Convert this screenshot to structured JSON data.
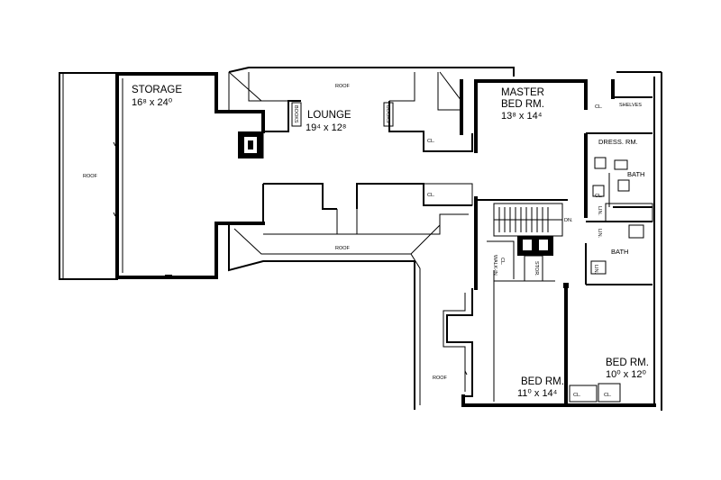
{
  "rooms": {
    "storage": {
      "name": "STORAGE",
      "dim": "16⁸ x 24⁰"
    },
    "lounge": {
      "name": "LOUNGE",
      "dim": "19⁴ x 12⁸"
    },
    "master": {
      "name1": "MASTER",
      "name2": "BED RM.",
      "dim": "13⁸ x 14⁴"
    },
    "bed2": {
      "name": "BED RM.",
      "dim": "11⁰ x 14⁴"
    },
    "bed3": {
      "name": "BED RM.",
      "dim": "10⁰ x 12⁰"
    }
  },
  "labels": {
    "roof_left": "ROOF",
    "roof_top": "ROOF",
    "roof_mid": "ROOF",
    "roof_bottom": "ROOF",
    "dress": "DRESS. RM.",
    "bath1": "BATH",
    "bath2": "BATH",
    "shelves": "SHELVES",
    "cl_lounge": "CL.",
    "cl_hall": "CL.",
    "cl_master": "CL.",
    "cl_dress": "CL.",
    "cl_bed2": "CL.",
    "cl_bed3": "CL.",
    "dn": "DN.",
    "walk_in": "WALK-IN",
    "walk_in_cl": "CL.",
    "stor": "STOR.",
    "lin1": "LIN.",
    "lin2": "LIN.",
    "lin3": "LIN.",
    "books_left": "BOOKS",
    "books_right": "BOOKS"
  }
}
